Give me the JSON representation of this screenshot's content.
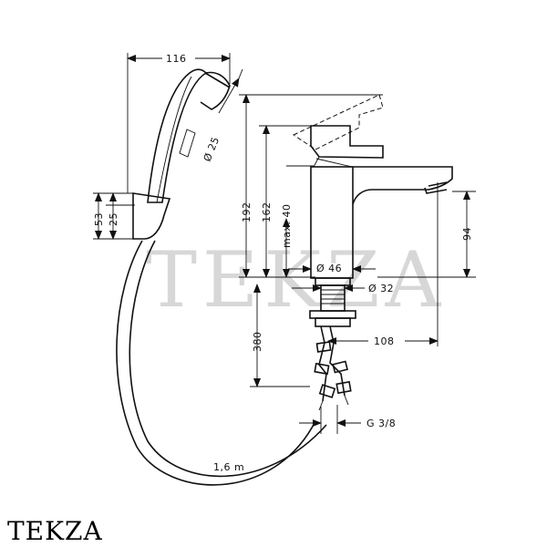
{
  "watermark_text": "TEKZA",
  "brand_text": "TEKZA",
  "dimensions": {
    "d116": "116",
    "d25_dia": "Ø 25",
    "d53": "53",
    "d25": "25",
    "d192": "192",
    "d162": "162",
    "d_max40": "max. 40",
    "d46_dia": "Ø 46",
    "d32_dia": "Ø 32",
    "d94": "94",
    "d380": "380",
    "d108": "108",
    "g38": "G 3/8",
    "hose_len": "1,6 m"
  }
}
